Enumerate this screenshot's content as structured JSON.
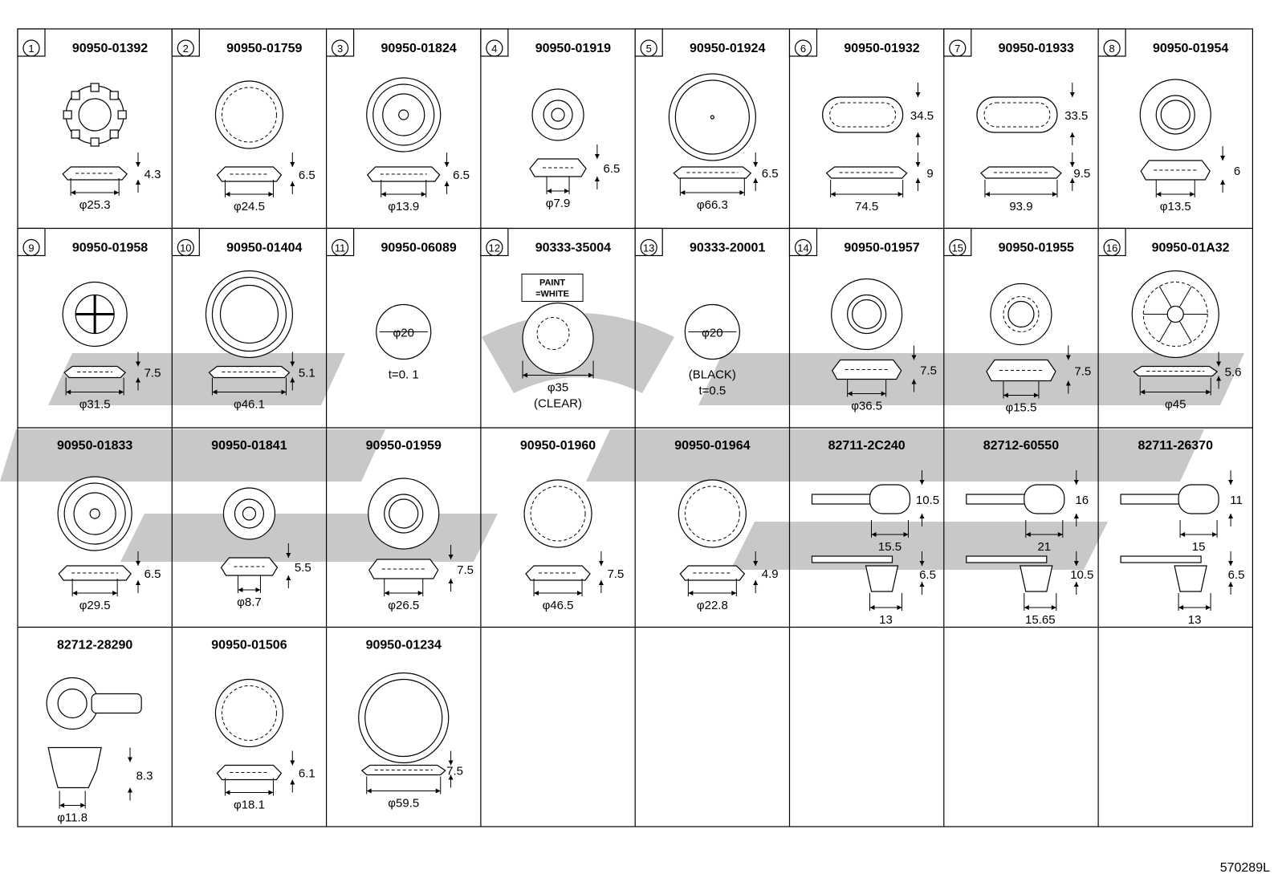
{
  "diagram": {
    "grid": {
      "cols": 8,
      "rows": 4
    },
    "cells": [
      {
        "num": "1",
        "part": "90950-01392",
        "kind": "gear",
        "dims": [
          "4.3",
          "φ25.3"
        ]
      },
      {
        "num": "2",
        "part": "90950-01759",
        "kind": "ring-dashed",
        "dims": [
          "6.5",
          "φ24.5"
        ]
      },
      {
        "num": "3",
        "part": "90950-01824",
        "kind": "ring-center",
        "dims": [
          "6.5",
          "φ13.9"
        ]
      },
      {
        "num": "4",
        "part": "90950-01919",
        "kind": "small-ring",
        "dims": [
          "6.5",
          "φ7.9"
        ]
      },
      {
        "num": "5",
        "part": "90950-01924",
        "kind": "large-ring",
        "dims": [
          "6.5",
          "φ66.3"
        ]
      },
      {
        "num": "6",
        "part": "90950-01932",
        "kind": "oval",
        "dims": [
          "34.5",
          "9",
          "74.5"
        ]
      },
      {
        "num": "7",
        "part": "90950-01933",
        "kind": "oval",
        "dims": [
          "33.5",
          "93.9",
          "9.5"
        ]
      },
      {
        "num": "8",
        "part": "90950-01954",
        "kind": "ring-hole",
        "dims": [
          "6",
          "φ13.5"
        ]
      },
      {
        "num": "9",
        "part": "90950-01958",
        "kind": "cross",
        "dims": [
          "7.5",
          "φ31.5"
        ]
      },
      {
        "num": "10",
        "part": "90950-01404",
        "kind": "ring-thick",
        "dims": [
          "5.1",
          "φ46.1"
        ]
      },
      {
        "num": "11",
        "part": "90950-06089",
        "kind": "sticker",
        "dims": [
          "φ20",
          "t=0. 1"
        ]
      },
      {
        "num": "12",
        "part": "90333-35004",
        "kind": "paint",
        "dims": [
          "PAINT",
          "=WHITE",
          "φ35",
          "(CLEAR)"
        ]
      },
      {
        "num": "13",
        "part": "90333-20001",
        "kind": "sticker",
        "dims": [
          "φ20",
          "(BLACK)",
          "t=0.5"
        ]
      },
      {
        "num": "14",
        "part": "90950-01957",
        "kind": "ring-hole",
        "dims": [
          "7.5",
          "φ36.5"
        ]
      },
      {
        "num": "15",
        "part": "90950-01955",
        "kind": "ring-dashhole",
        "dims": [
          "7.5",
          "φ15.5"
        ]
      },
      {
        "num": "16",
        "part": "90950-01A32",
        "kind": "spoked",
        "dims": [
          "5.6",
          "φ45"
        ]
      },
      {
        "num": "",
        "part": "90950-01833",
        "kind": "ring-center",
        "dims": [
          "6.5",
          "φ29.5"
        ]
      },
      {
        "num": "",
        "part": "90950-01841",
        "kind": "small-ring",
        "dims": [
          "5.5",
          "φ8.7"
        ]
      },
      {
        "num": "",
        "part": "90950-01959",
        "kind": "ring-hole",
        "dims": [
          "7.5",
          "φ26.5"
        ]
      },
      {
        "num": "",
        "part": "90950-01960",
        "kind": "ring-dashed",
        "dims": [
          "7.5",
          "φ46.5"
        ]
      },
      {
        "num": "",
        "part": "90950-01964",
        "kind": "ring-dashed",
        "dims": [
          "4.9",
          "φ22.8"
        ]
      },
      {
        "num": "",
        "part": "82711-2C240",
        "kind": "clamp",
        "dims": [
          "10.5",
          "15.5",
          "6.5",
          "13"
        ]
      },
      {
        "num": "",
        "part": "82712-60550",
        "kind": "clamp",
        "dims": [
          "16",
          "21",
          "10.5",
          "15.65"
        ]
      },
      {
        "num": "",
        "part": "82711-26370",
        "kind": "clamp",
        "dims": [
          "11",
          "15",
          "6.5",
          "13"
        ]
      },
      {
        "num": "",
        "part": "82712-28290",
        "kind": "clip",
        "dims": [
          "8.3",
          "φ11.8"
        ]
      },
      {
        "num": "",
        "part": "90950-01506",
        "kind": "ring-dashed",
        "dims": [
          "6.1",
          "φ18.1"
        ]
      },
      {
        "num": "",
        "part": "90950-01234",
        "kind": "ring-thin",
        "dims": [
          "φ59.5",
          "7.5"
        ]
      }
    ]
  },
  "footer": {
    "code": "570289L"
  }
}
